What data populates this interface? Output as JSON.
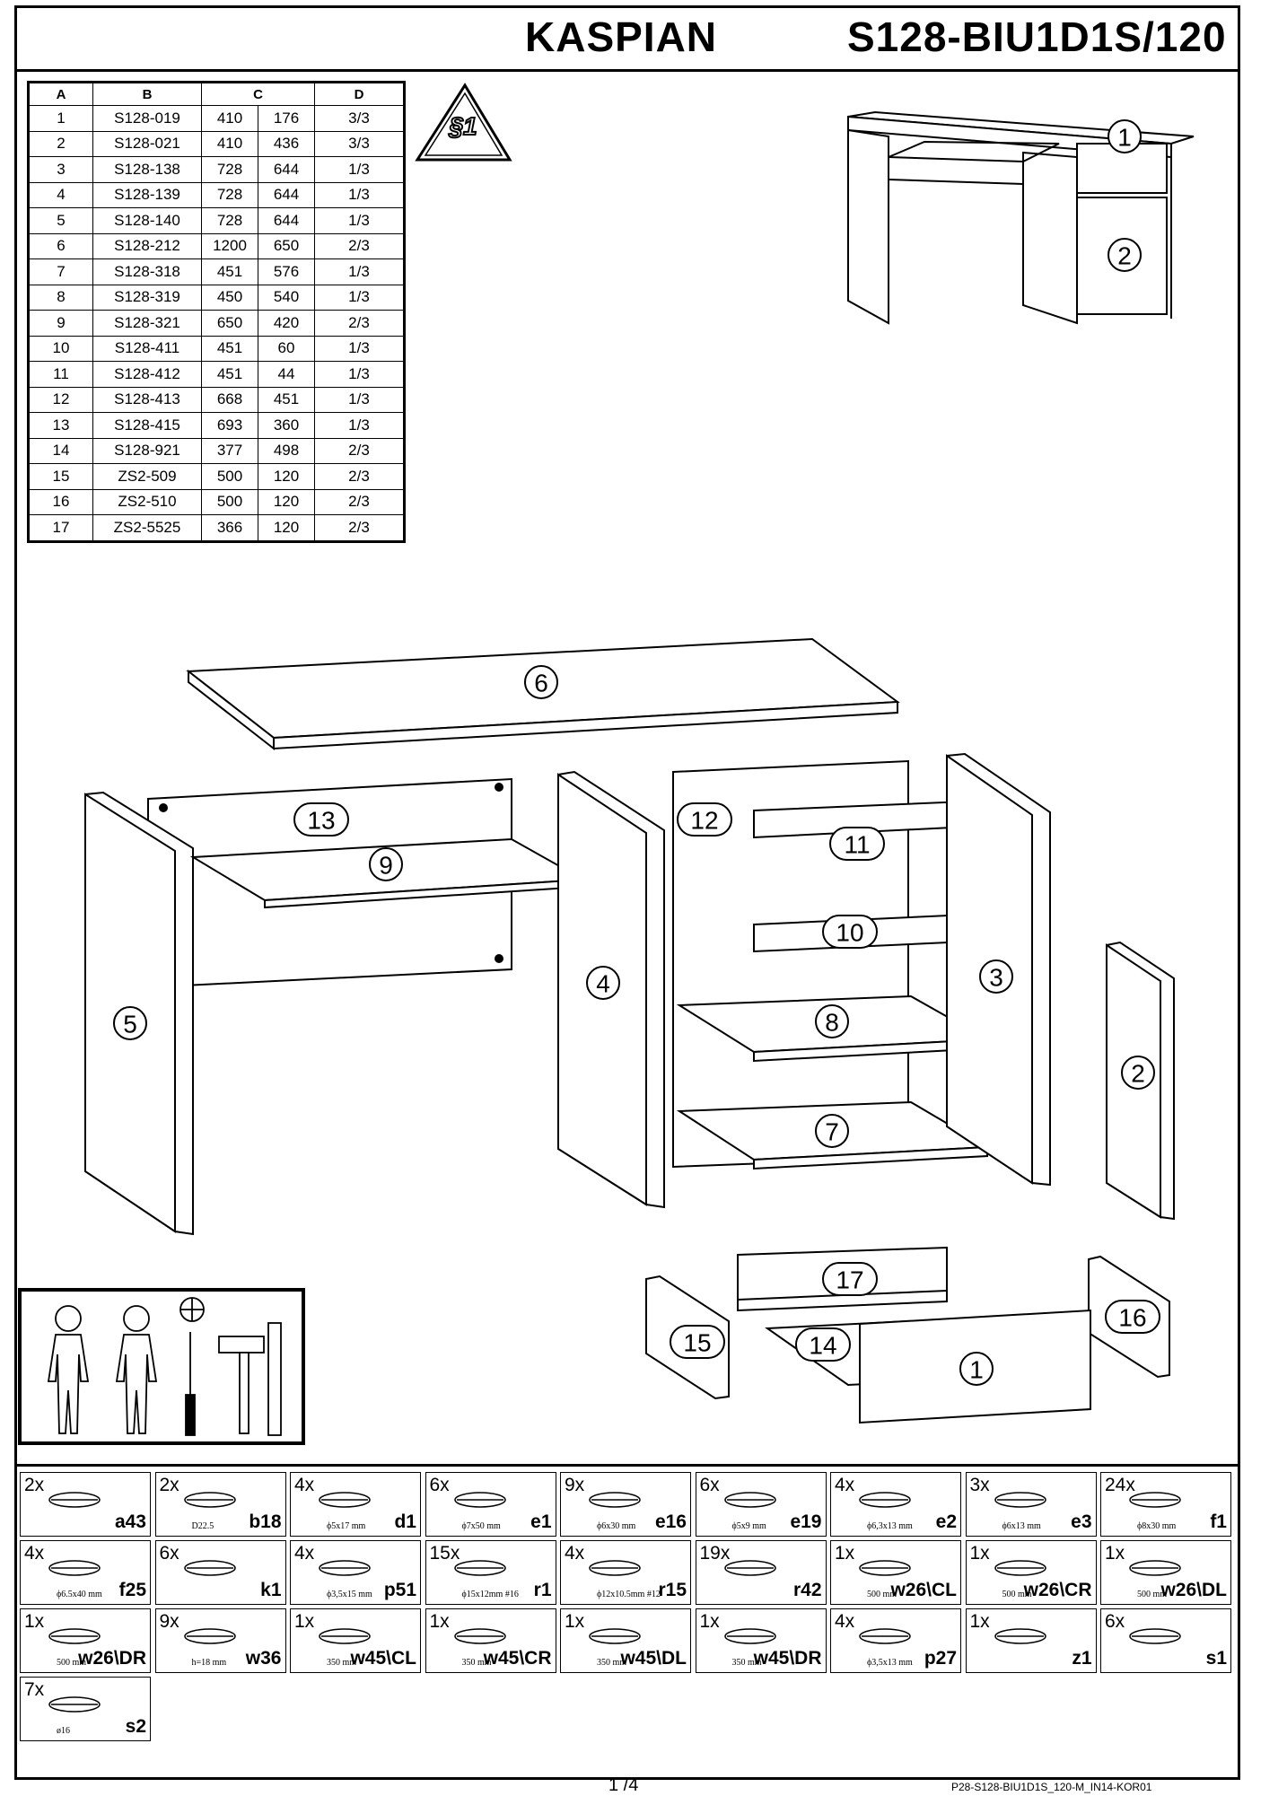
{
  "header": {
    "product_name": "KASPIAN",
    "product_code": "S128-BIU1D1S/120"
  },
  "parts_table": {
    "headers": [
      "A",
      "B",
      "C",
      "D"
    ],
    "rows": [
      [
        "1",
        "S128-019",
        "410",
        "176",
        "3/3"
      ],
      [
        "2",
        "S128-021",
        "410",
        "436",
        "3/3"
      ],
      [
        "3",
        "S128-138",
        "728",
        "644",
        "1/3"
      ],
      [
        "4",
        "S128-139",
        "728",
        "644",
        "1/3"
      ],
      [
        "5",
        "S128-140",
        "728",
        "644",
        "1/3"
      ],
      [
        "6",
        "S128-212",
        "1200",
        "650",
        "2/3"
      ],
      [
        "7",
        "S128-318",
        "451",
        "576",
        "1/3"
      ],
      [
        "8",
        "S128-319",
        "450",
        "540",
        "1/3"
      ],
      [
        "9",
        "S128-321",
        "650",
        "420",
        "2/3"
      ],
      [
        "10",
        "S128-411",
        "451",
        "60",
        "1/3"
      ],
      [
        "11",
        "S128-412",
        "451",
        "44",
        "1/3"
      ],
      [
        "12",
        "S128-413",
        "668",
        "451",
        "1/3"
      ],
      [
        "13",
        "S128-415",
        "693",
        "360",
        "1/3"
      ],
      [
        "14",
        "S128-921",
        "377",
        "498",
        "2/3"
      ],
      [
        "15",
        "ZS2-509",
        "500",
        "120",
        "2/3"
      ],
      [
        "16",
        "ZS2-510",
        "500",
        "120",
        "2/3"
      ],
      [
        "17",
        "ZS2-5525",
        "366",
        "120",
        "2/3"
      ]
    ]
  },
  "warning_badge": "§1",
  "part_labels": [
    "1",
    "2",
    "3",
    "4",
    "5",
    "6",
    "7",
    "8",
    "9",
    "10",
    "11",
    "12",
    "13",
    "14",
    "15",
    "16",
    "17"
  ],
  "hardware": [
    {
      "qty": "2x",
      "code": "a43",
      "dim": ""
    },
    {
      "qty": "2x",
      "code": "b18",
      "dim": "D22.5"
    },
    {
      "qty": "4x",
      "code": "d1",
      "dim": "ϕ5x17 mm"
    },
    {
      "qty": "6x",
      "code": "e1",
      "dim": "ϕ7x50 mm"
    },
    {
      "qty": "9x",
      "code": "e16",
      "dim": "ϕ6x30 mm"
    },
    {
      "qty": "6x",
      "code": "e19",
      "dim": "ϕ5x9 mm"
    },
    {
      "qty": "4x",
      "code": "e2",
      "dim": "ϕ6,3x13 mm"
    },
    {
      "qty": "3x",
      "code": "e3",
      "dim": "ϕ6x13 mm"
    },
    {
      "qty": "24x",
      "code": "f1",
      "dim": "ϕ8x30 mm"
    },
    {
      "qty": "4x",
      "code": "f25",
      "dim": "ϕ6.5x40 mm"
    },
    {
      "qty": "6x",
      "code": "k1",
      "dim": ""
    },
    {
      "qty": "4x",
      "code": "p51",
      "dim": "ϕ3,5x15 mm"
    },
    {
      "qty": "15x",
      "code": "r1",
      "dim": "ϕ15x12mm #16"
    },
    {
      "qty": "4x",
      "code": "r15",
      "dim": "ϕ12x10.5mm #12"
    },
    {
      "qty": "19x",
      "code": "r42",
      "dim": ""
    },
    {
      "qty": "1x",
      "code": "w26\\CL",
      "dim": "500 mm"
    },
    {
      "qty": "1x",
      "code": "w26\\CR",
      "dim": "500 mm"
    },
    {
      "qty": "1x",
      "code": "w26\\DL",
      "dim": "500 mm"
    },
    {
      "qty": "1x",
      "code": "w26\\DR",
      "dim": "500 mm"
    },
    {
      "qty": "9x",
      "code": "w36",
      "dim": "h=18 mm"
    },
    {
      "qty": "1x",
      "code": "w45\\CL",
      "dim": "350 mm"
    },
    {
      "qty": "1x",
      "code": "w45\\CR",
      "dim": "350 mm"
    },
    {
      "qty": "1x",
      "code": "w45\\DL",
      "dim": "350 mm"
    },
    {
      "qty": "1x",
      "code": "w45\\DR",
      "dim": "350 mm"
    },
    {
      "qty": "4x",
      "code": "p27",
      "dim": "ϕ3,5x13 mm"
    },
    {
      "qty": "1x",
      "code": "z1",
      "dim": ""
    },
    {
      "qty": "6x",
      "code": "s1",
      "dim": ""
    },
    {
      "qty": "7x",
      "code": "s2",
      "dim": "ø16"
    }
  ],
  "footer": {
    "page": "1 /4",
    "file": "P28-S128-BIU1D1S_120-M_IN14-KOR01"
  }
}
